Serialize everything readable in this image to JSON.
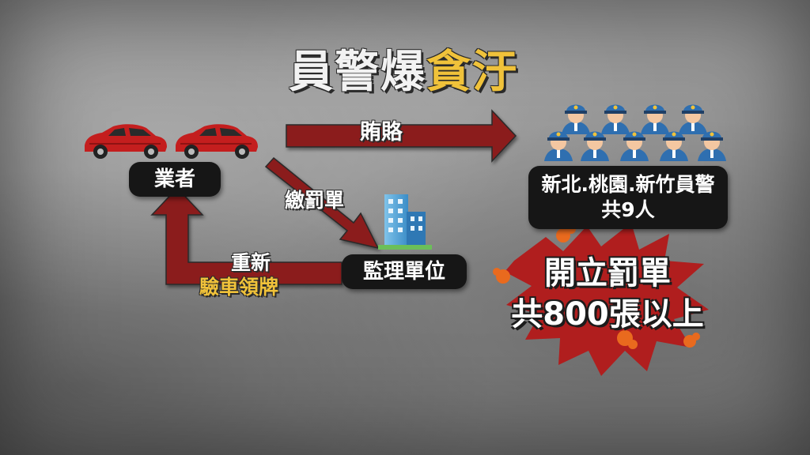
{
  "title": {
    "part1": "員警爆",
    "part2": "貪汙"
  },
  "nodes": {
    "operators": "業者",
    "dmv": "監理單位",
    "police_line1": "新北.桃園.新竹員警",
    "police_line2": "共9人"
  },
  "edges": {
    "bribe": "賄賂",
    "pay_fine": "繳罰單",
    "renew_line1": "重新",
    "renew_line2": "驗車領牌"
  },
  "highlight": {
    "line1": "開立罰單",
    "line2": "共800張以上"
  },
  "colors": {
    "arrow": "#8b1a1a",
    "accent_yellow": "#f0c23a",
    "pill_bg": "#161616",
    "burst": "#b01e1e",
    "car": "#c41e1e",
    "police_uniform": "#2f6fb0"
  },
  "icons": [
    "car-icon",
    "car-icon",
    "office-building-icon",
    "police-officer-icon",
    "explosion-burst-icon"
  ]
}
